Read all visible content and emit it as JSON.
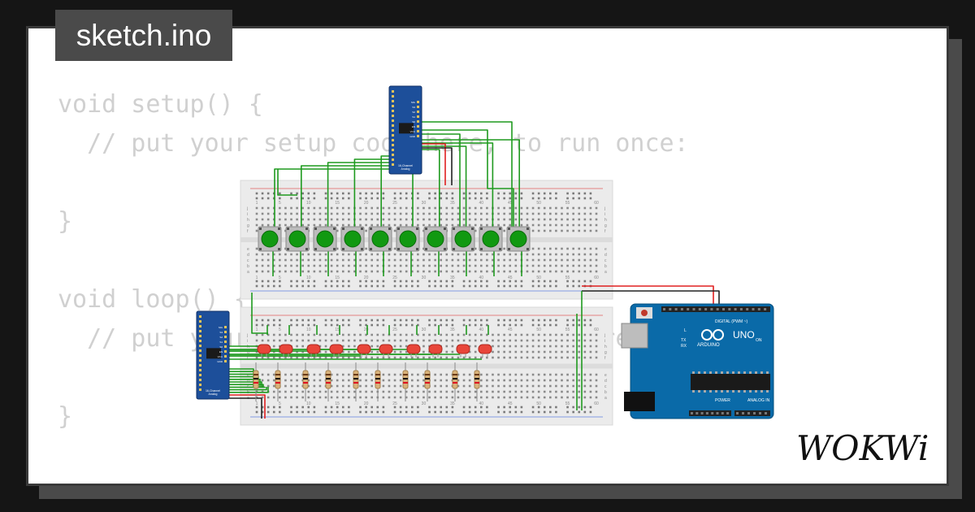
{
  "tab": {
    "filename": "sketch.ino"
  },
  "code_lines": [
    "void setup() {",
    "  // put your setup code here, to run once:",
    "",
    "}",
    "",
    "void loop() {",
    "  // put your main code here, to run repeatedly:",
    "",
    "}"
  ],
  "logo": {
    "text": "WOKWi"
  },
  "breadboard": {
    "column_numbers": [
      "1",
      "5",
      "10",
      "15",
      "20",
      "25",
      "30",
      "35",
      "40",
      "45",
      "50",
      "55",
      "60"
    ],
    "row_letters_top": [
      "j",
      "i",
      "h",
      "g",
      "f"
    ],
    "row_letters_bottom": [
      "e",
      "d",
      "c",
      "b",
      "a"
    ]
  },
  "mux": {
    "label_line1": "16-Channel",
    "label_line2": "Analog",
    "pin_labels_right": [
      "SIG",
      "S3",
      "S2",
      "S1",
      "S0",
      "EN",
      "VCC",
      "GND"
    ]
  },
  "arduino": {
    "brand": "ARDUINO",
    "model": "UNO",
    "digital_label": "DIGITAL (PWM ~)",
    "power_label": "POWER",
    "analog_label": "ANALOG IN",
    "tx_label": "TX",
    "rx_label": "RX",
    "on_label": "ON",
    "l_label": "L"
  },
  "colors": {
    "board_blue": "#0a6aa8",
    "wire_green": "#1f9a1f",
    "wire_red": "#e02020",
    "button_green": "#119911",
    "led_red": "#e8463a",
    "mux_blue": "#1d4f9a",
    "code_gray": "#d0d0d0",
    "tab_bg": "#4a4a4a"
  },
  "components": {
    "pushbuttons": 10,
    "leds": 10,
    "resistors": 10,
    "multiplexers": 2
  }
}
